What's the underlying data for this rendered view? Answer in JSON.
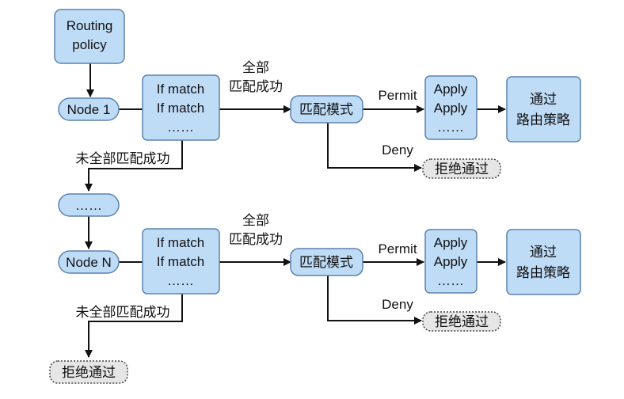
{
  "routing_policy": [
    "Routing",
    "policy"
  ],
  "node_1": "Node 1",
  "node_ellipsis": "……",
  "node_n": "Node N",
  "if_match_lines": [
    "If match",
    "If match",
    "……"
  ],
  "all_match_label": [
    "全部",
    "匹配成功"
  ],
  "not_all_match_label": "未全部匹配成功",
  "match_mode": "匹配模式",
  "permit": "Permit",
  "deny": "Deny",
  "apply_lines": [
    "Apply",
    "Apply",
    "……"
  ],
  "pass_policy": [
    "通过",
    "路由策略"
  ],
  "reject": "拒绝通过",
  "colors": {
    "box_fill": "#bfdcf7",
    "box_stroke": "#5b82ad",
    "reject_fill": "#e6e6e6",
    "reject_stroke": "#444444",
    "line": "#111111"
  }
}
